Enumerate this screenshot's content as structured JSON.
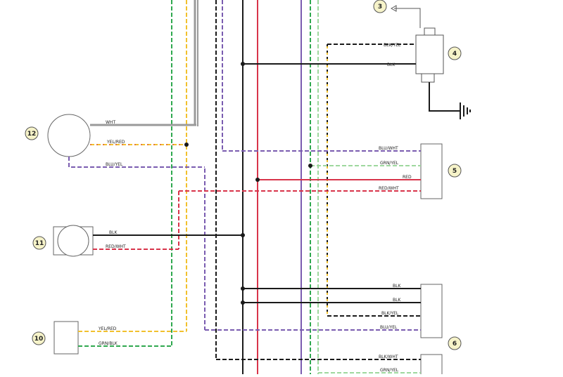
{
  "components": {
    "c3": "3",
    "c4": "4",
    "c5": "5",
    "c6": "6",
    "c10": "10",
    "c11": "11",
    "c12": "12"
  },
  "wire_labels": {
    "c12_wht": "WHT",
    "c12_yel_red": "YEL/RED",
    "c12_blu_yel": "BLU/YEL",
    "c4_blk_yel": "BLK/YEL",
    "c4_blk": "BLK",
    "c5_blu_wht": "BLU/WHT",
    "c5_grn_yel": "GRN/YEL",
    "c5_red": "RED",
    "c5_red_wht": "RED/WHT",
    "c11_blk": "BLK",
    "c11_red_wht": "RED/WHT",
    "c6_blk_1": "BLK",
    "c6_blk_2": "BLK",
    "c6_blk_yel": "BLK/YEL",
    "c6_blu_yel": "BLU/YEL",
    "c10_yel_red": "YEL/RED",
    "c10_grn_blk": "GRN/BLK",
    "bottom_blk_wht": "BLK/WHT",
    "bottom_grn_yel": "GRN/YEL"
  },
  "colors": {
    "black": "#1a1a1a",
    "red": "#d8344a",
    "purple": "#7a5cb0",
    "green": "#2fa84f",
    "light_green": "#9ed89e",
    "yellow": "#f2c12e",
    "gray": "#9a9a9a",
    "callout_fill": "#f6f3c9"
  }
}
